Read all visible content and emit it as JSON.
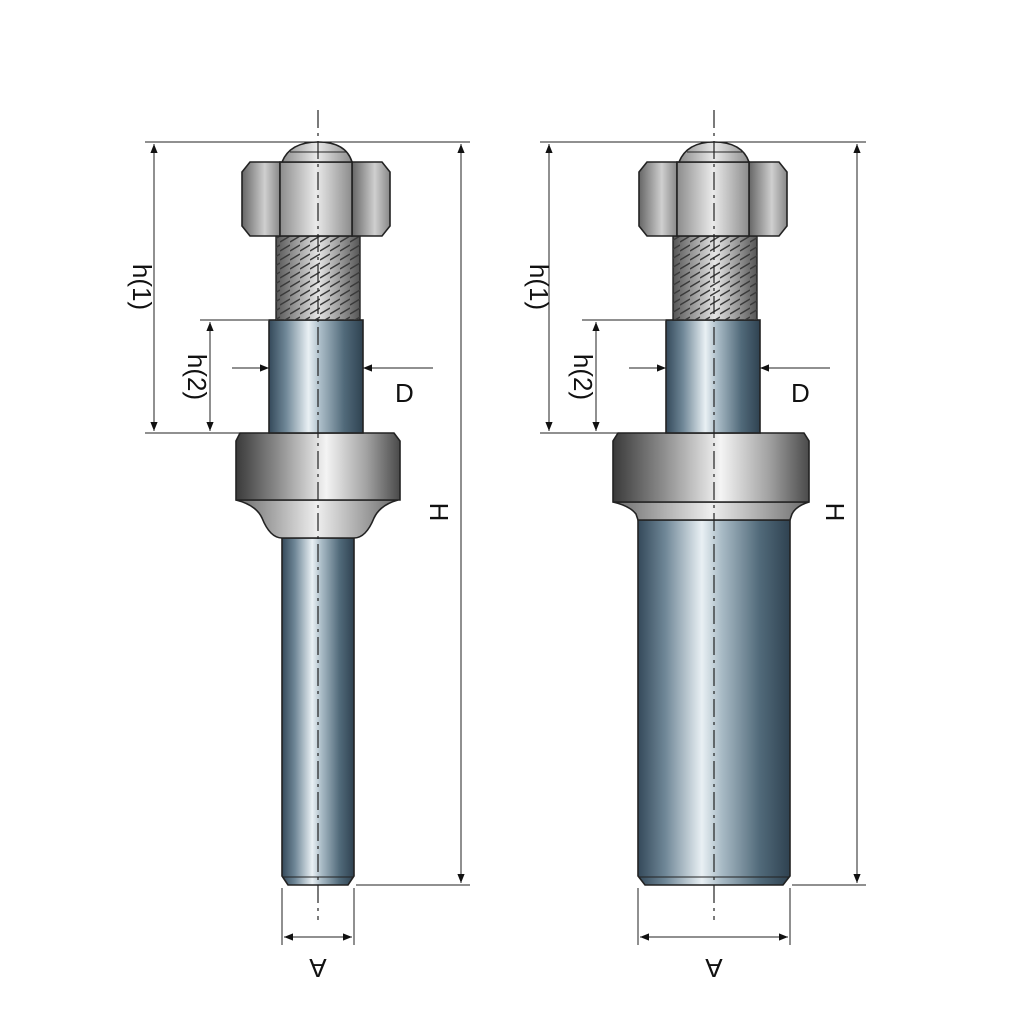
{
  "colors": {
    "steel_dark": "#3e5360",
    "steel_mid": "#7f96a4",
    "steel_light": "#eef3f6",
    "nut_dark": "#5a5a5a",
    "nut_light": "#f2f2f2",
    "line": "#222222"
  },
  "left_part": {
    "labels": {
      "h1": "h(1)",
      "h2": "h(2)",
      "d": "D",
      "h": "H",
      "a": "A"
    }
  },
  "right_part": {
    "labels": {
      "h1": "h(1)",
      "h2": "h(2)",
      "d": "D",
      "h": "H",
      "a": "A"
    }
  }
}
